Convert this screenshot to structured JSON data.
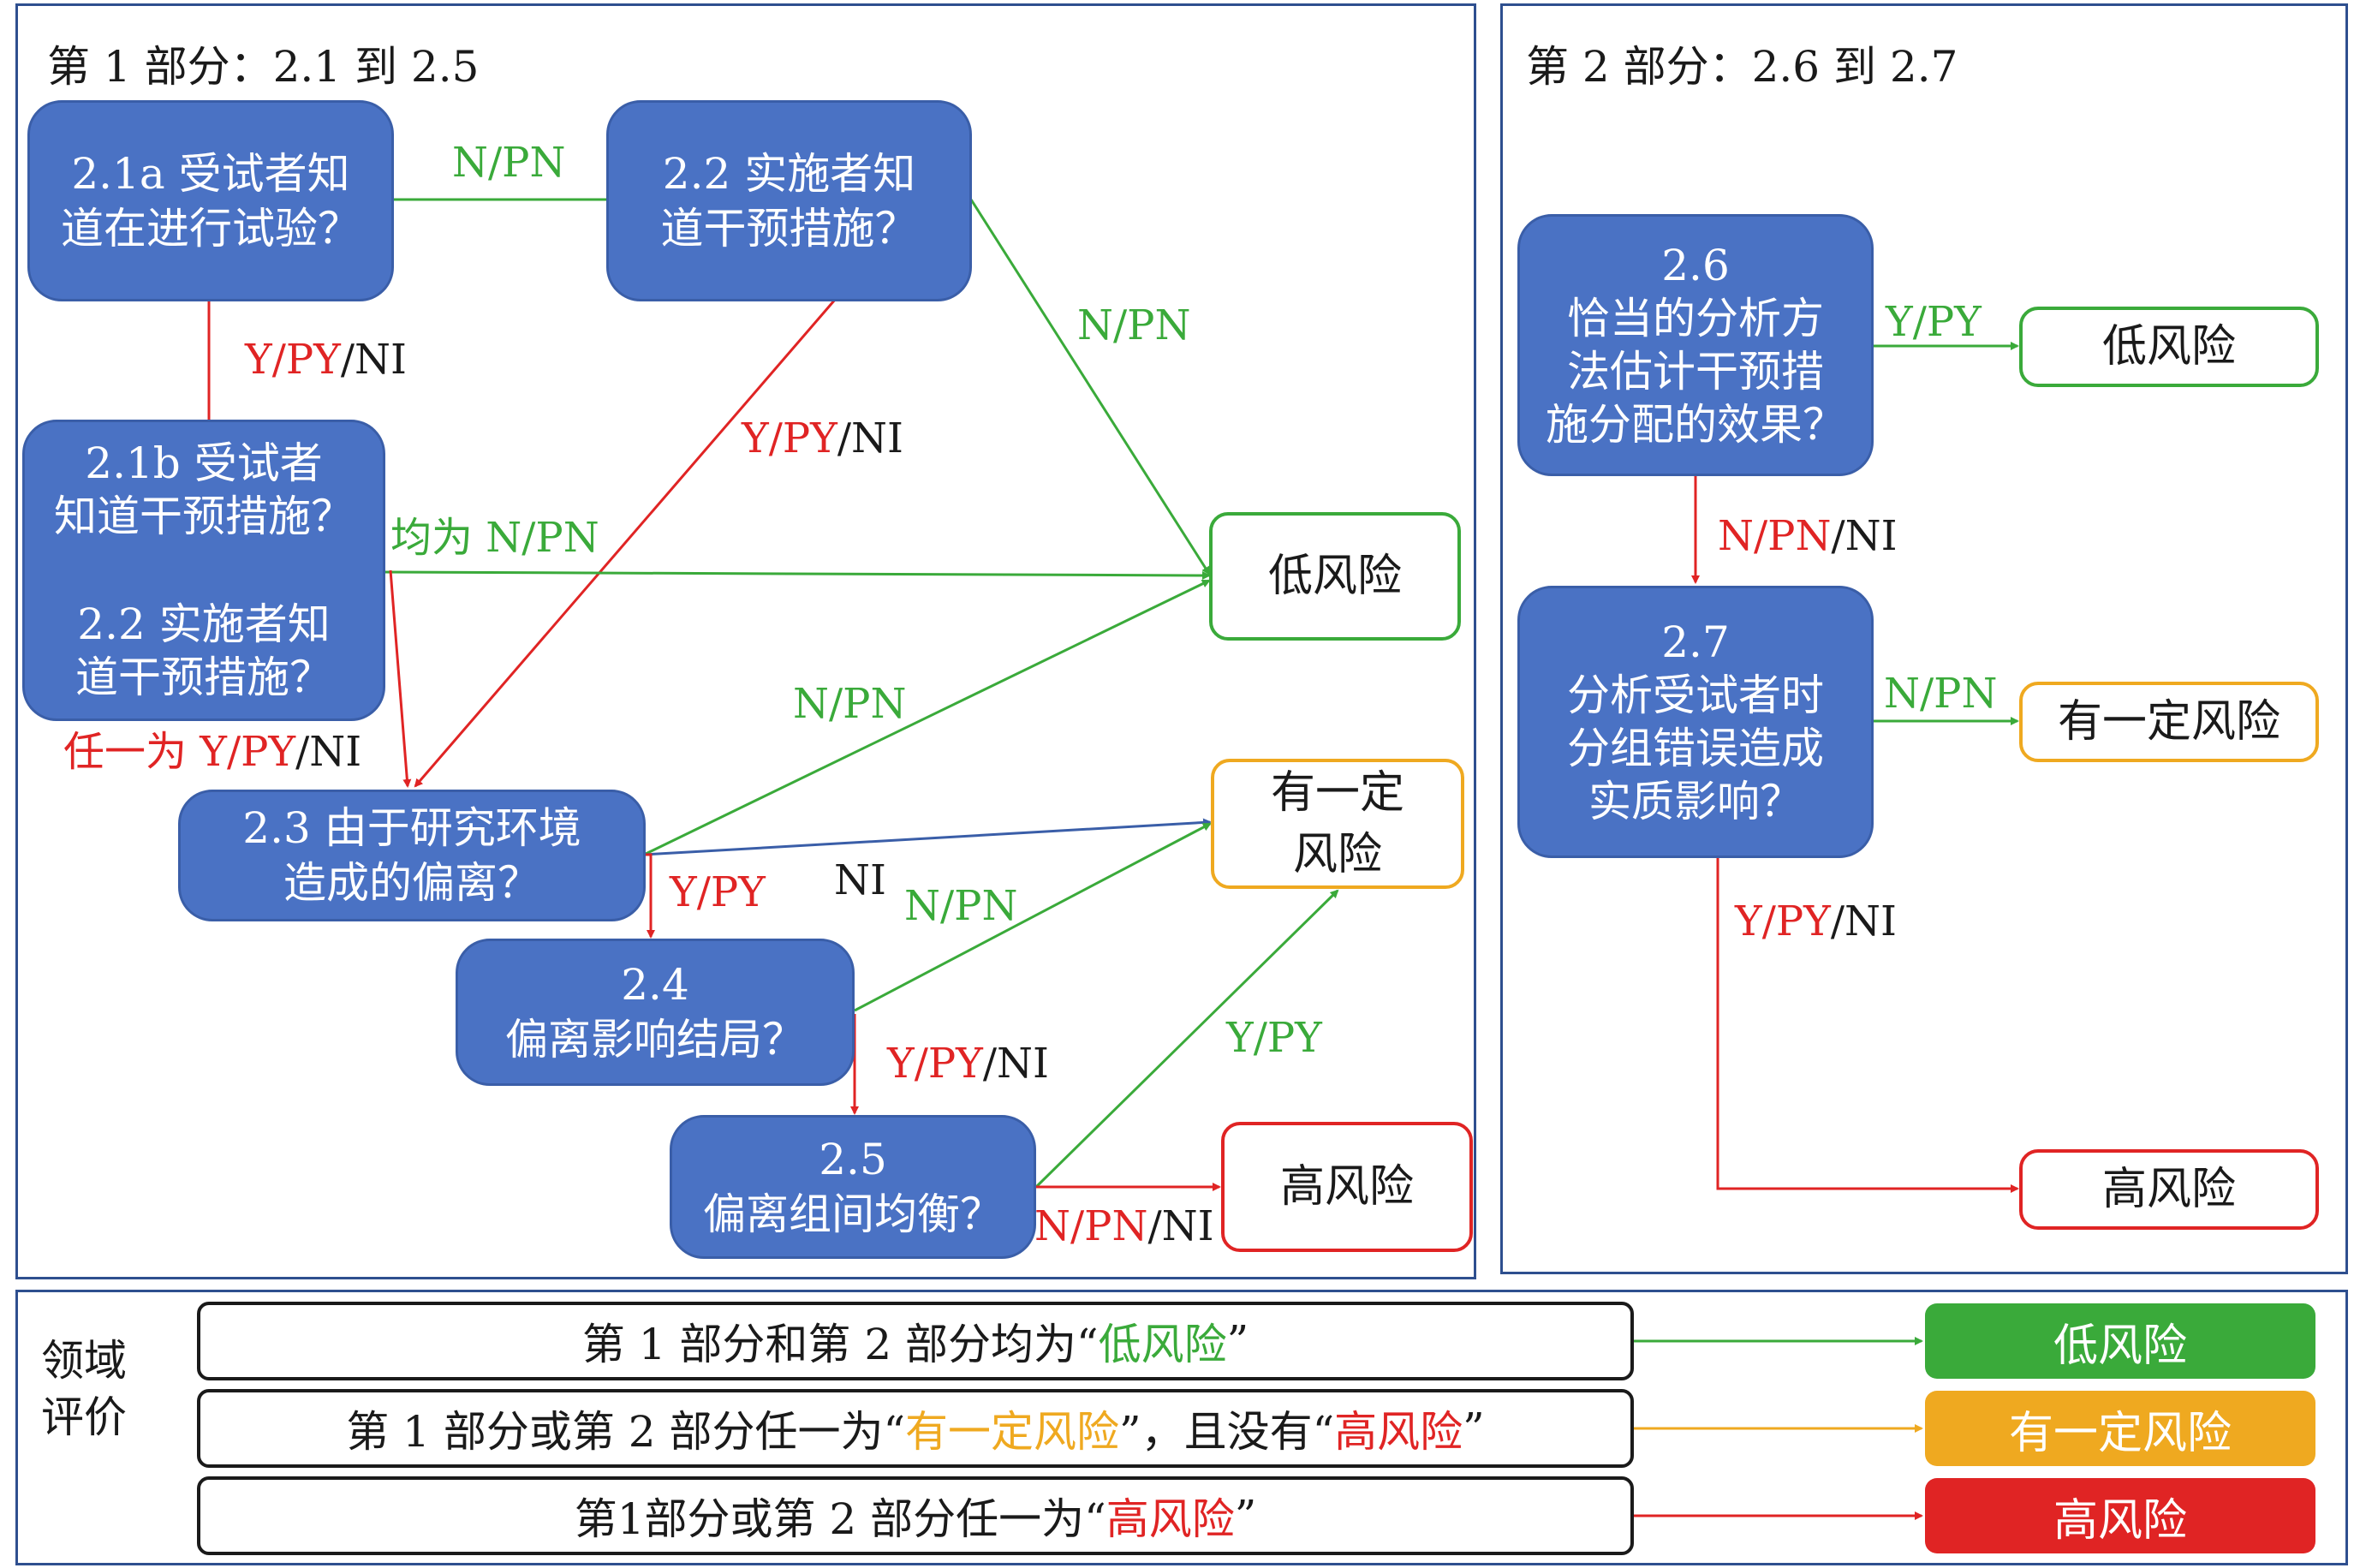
{
  "colors": {
    "question_fill": "#4a72c4",
    "panel_border": "#2e4f8f",
    "green": "#3aaa3a",
    "orange": "#efa920",
    "red": "#e02424",
    "ink": "#1a1a1a"
  },
  "part1": {
    "title": "第 1 部分：2.1 到 2.5",
    "q21a": [
      "2.1a 受试者知",
      "道在进行试验？"
    ],
    "q22": [
      "2.2 实施者知",
      "道干预措施？"
    ],
    "q21b": [
      "2.1b  受试者",
      "知道干预措施？",
      "",
      "2.2  实施者知",
      "道干预措施？"
    ],
    "q23": [
      "2.3 由于研究环境",
      "造成的偏离？"
    ],
    "q24": [
      "2.4",
      "偏离影响结局？"
    ],
    "q25": [
      "2.5",
      "偏离组间均衡？"
    ],
    "low_risk": "低风险",
    "some_concern": [
      "有一定",
      "风险"
    ],
    "high_risk": "高风险",
    "labels": {
      "a_to_22": "N/PN",
      "a_down_y": "Y/PY",
      "a_down_sep": "/",
      "a_down_ni": "NI",
      "q22_to_low": "N/PN",
      "q22_down_y": "Y/PY",
      "q22_down_sep": "/",
      "q22_down_ni": "NI",
      "b_all": "均为 N/PN",
      "b_any_prefix": "任一为 Y/PY",
      "b_any_sep": "/",
      "b_any_ni": "NI",
      "q23_to_low": "N/PN",
      "q23_ni": "NI",
      "q23_down": "Y/PY",
      "q24_to_some": "N/PN",
      "q24_down_y": "Y/PY",
      "q24_down_sep": "/",
      "q24_down_ni": "NI",
      "q25_to_some": "Y/PY",
      "q25_to_high_n": "N/PN",
      "q25_to_high_sep": "/",
      "q25_to_high_ni": "NI"
    }
  },
  "part2": {
    "title": "第 2 部分：2.6 到 2.7",
    "q26": [
      "2.6",
      "恰当的分析方",
      "法估计干预措",
      "施分配的效果？"
    ],
    "q27": [
      "2.7",
      "分析受试者时",
      "分组错误造成",
      "实质影响？"
    ],
    "low_risk": "低风险",
    "some_concern": "有一定风险",
    "high_risk": "高风险",
    "labels": {
      "q26_to_low": "Y/PY",
      "q26_down_n": "N/PN",
      "q26_down_sep": "/",
      "q26_down_ni": "NI",
      "q27_to_some": "N/PN",
      "q27_down_y": "Y/PY",
      "q27_down_sep": "/",
      "q27_down_ni": "NI"
    }
  },
  "domain": {
    "label": [
      "领域",
      "评价"
    ],
    "rule_low": {
      "prefix": "第 1 部分和第 2 部分均为“",
      "key": "低风险",
      "suffix": "”"
    },
    "rule_some": {
      "prefix": "第 1 部分或第 2 部分任一为“",
      "key": "有一定风险",
      "middle": "”，且没有“",
      "key2": "高风险",
      "suffix": "”"
    },
    "rule_high": {
      "prefix": "第1部分或第 2 部分任一为“",
      "key": "高风险",
      "suffix": "”"
    },
    "out_low": "低风险",
    "out_some": "有一定风险",
    "out_high": "高风险"
  }
}
